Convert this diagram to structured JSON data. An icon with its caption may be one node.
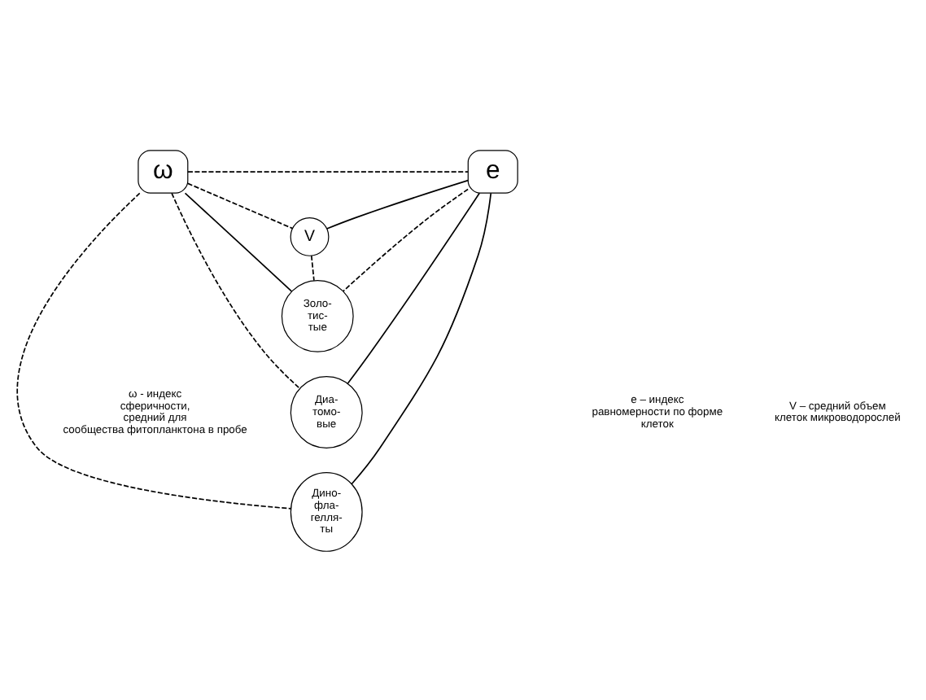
{
  "diagram": {
    "nodes": [
      {
        "text": [
          "ω"
        ]
      },
      {
        "text": [
          "V"
        ]
      },
      {
        "text": [
          "e"
        ]
      },
      {
        "text": [
          "Золо- тис- тые"
        ]
      },
      {
        "text": [
          "Диа- томо- вые"
        ]
      },
      {
        "text": [
          "Дино- фла- гелля- ты"
        ]
      }
    ],
    "edges": [
      {
        "from": 0,
        "to": 1,
        "arrow": "none",
        "style": "dashed"
      },
      {
        "from": 1,
        "to": 2,
        "arrow": "none"
      },
      {
        "from": 0,
        "to": 2,
        "arrow": "none",
        "style": "dashed"
      },
      {
        "from": 1,
        "to": 3,
        "arrow": "none",
        "style": "dashed"
      },
      {
        "from": 0,
        "to": 3,
        "arrow": "none"
      },
      {
        "from": 2,
        "to": 3,
        "arrow": "none",
        "style": "dashed"
      },
      {
        "from": 0,
        "to": 4,
        "arrow": "none",
        "style": "dashed"
      },
      {
        "from": 2,
        "to": 4,
        "arrow": "none"
      },
      {
        "from": 0,
        "to": 5,
        "arrow": "none",
        "style": "dashed"
      },
      {
        "from": 2,
        "to": 5,
        "arrow": "none"
      }
    ],
    "labels": [
      "ω - индекс сферичности, средний для сообщества фитопланктона в пробе",
      "e – индекс равномерности по форме клеток",
      "V – средний объем клеток микроводорослей"
    ]
  }
}
